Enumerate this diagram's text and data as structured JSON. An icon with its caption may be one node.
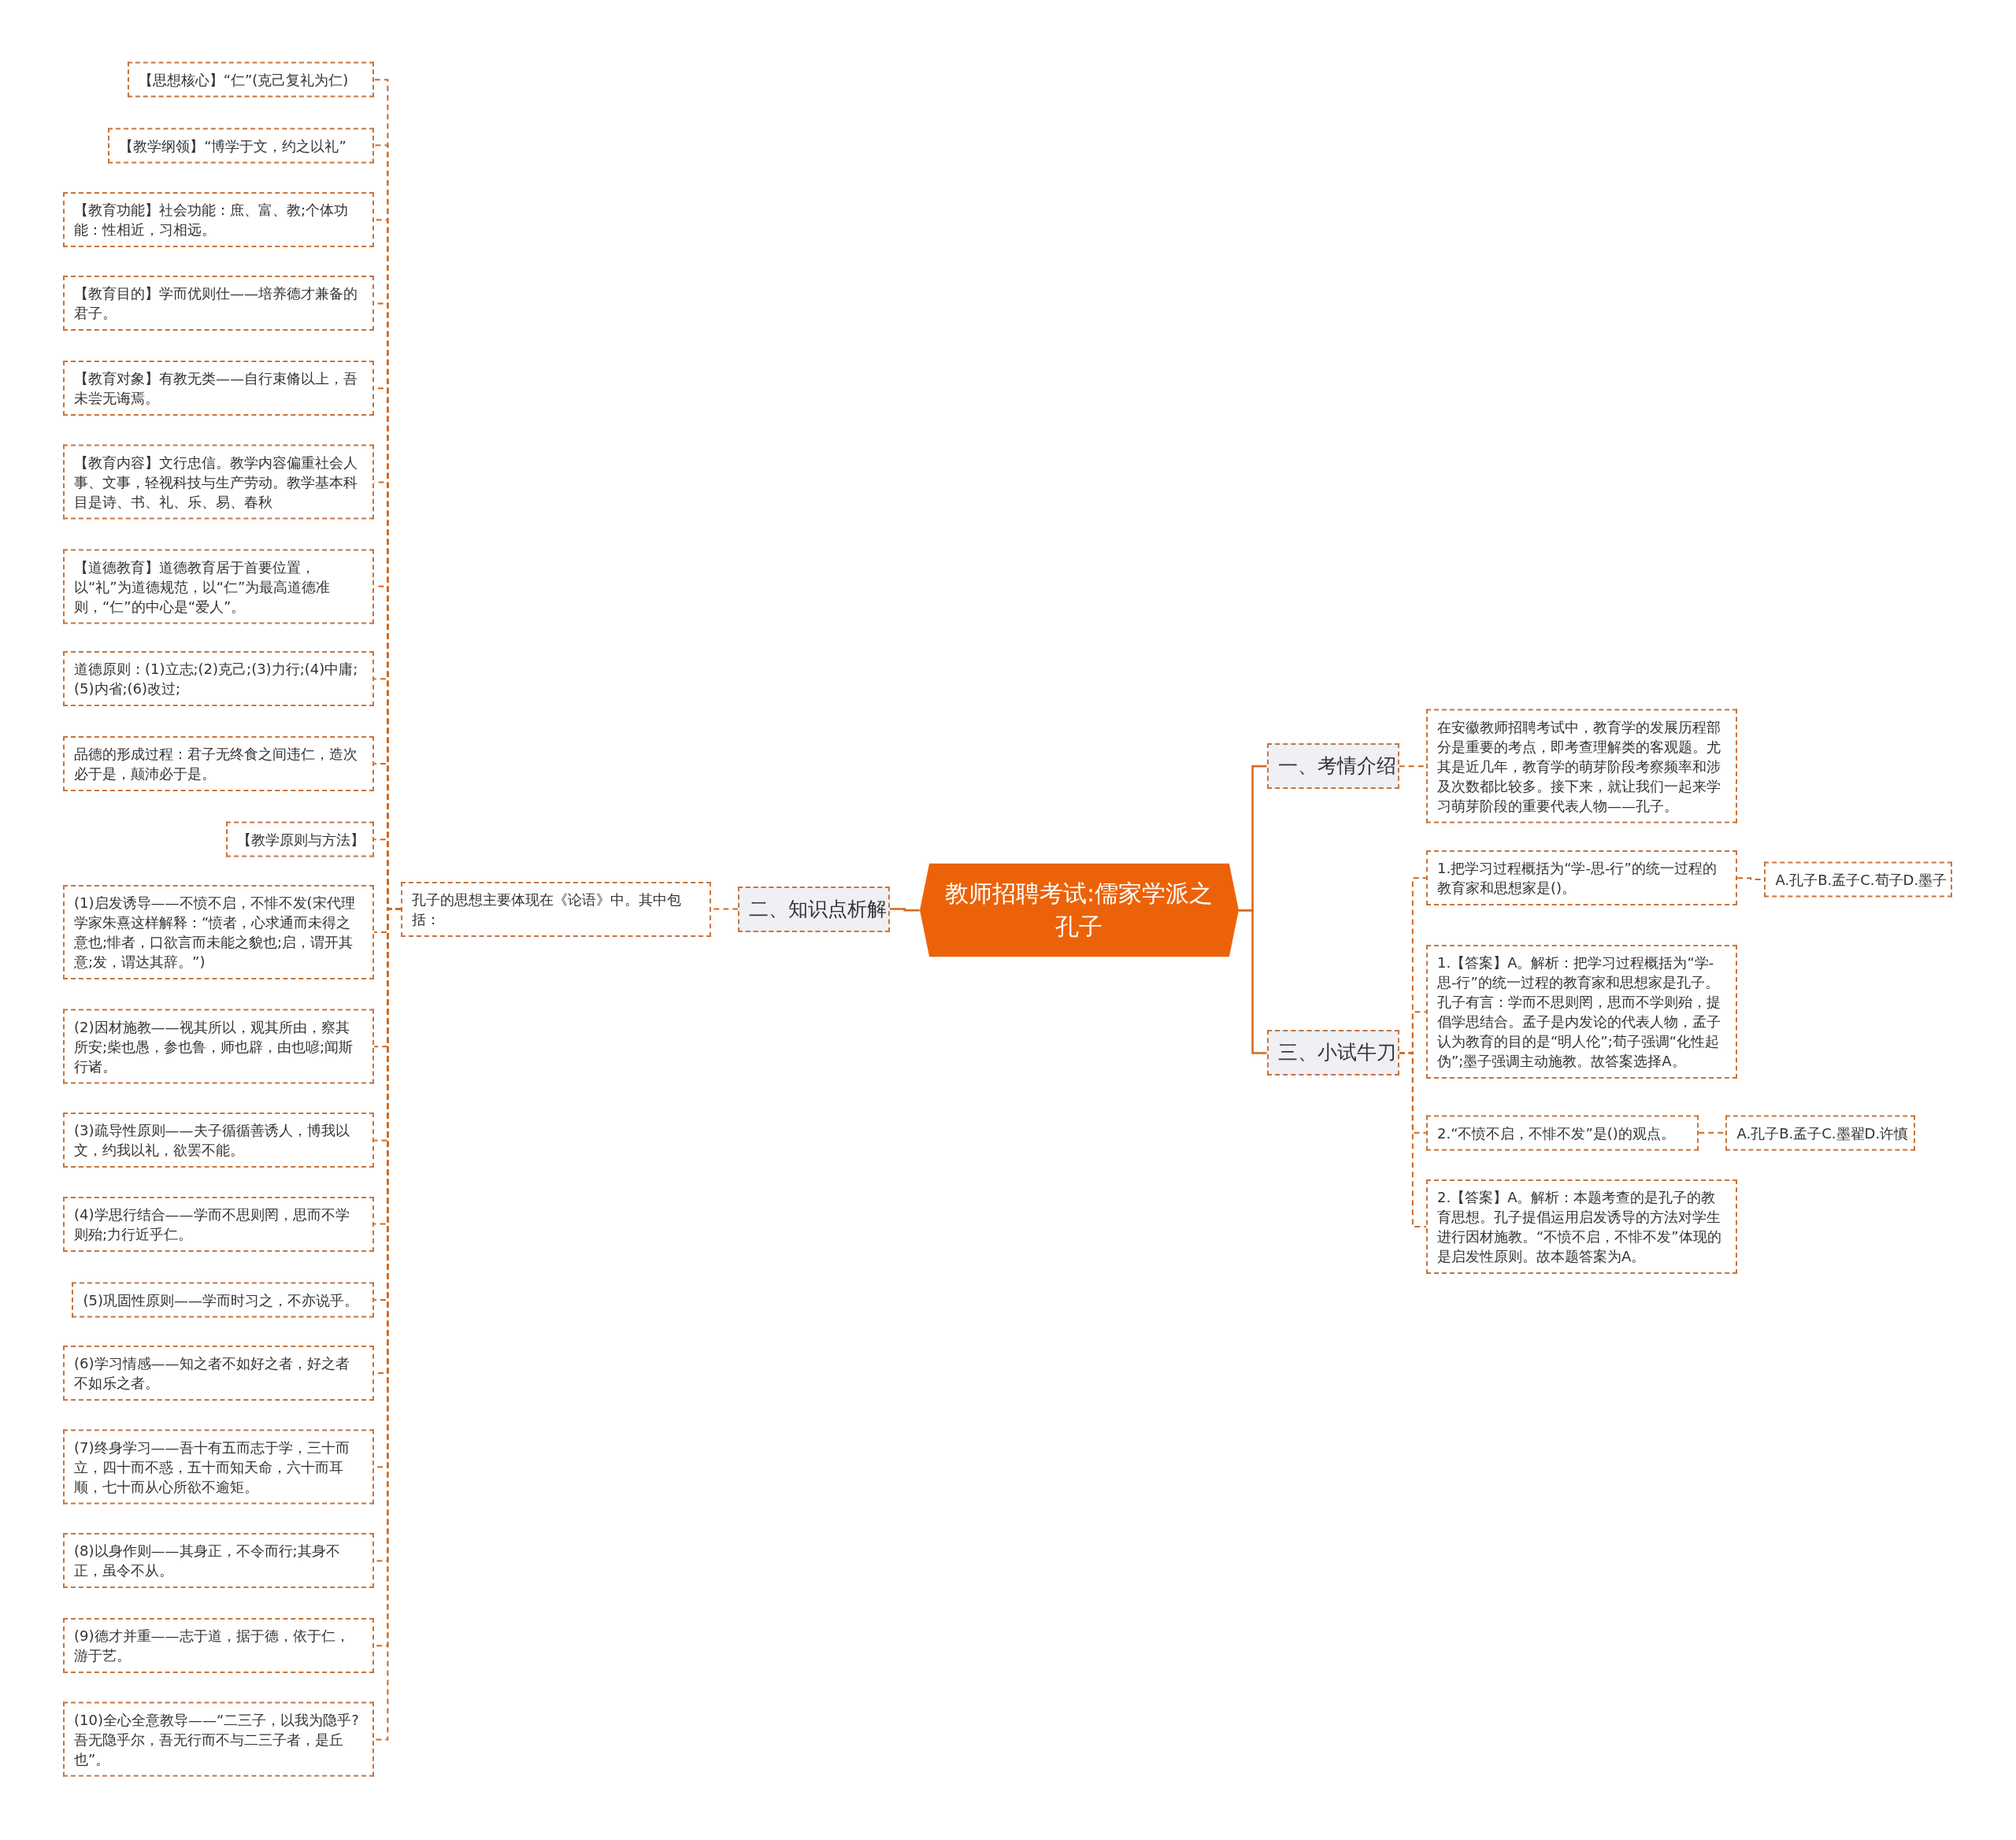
{
  "diagram": {
    "nodes": [
      {
        "text": [
          "教师招聘考试:儒家学派之孔子"
        ]
      },
      {
        "text": [
          "一、考情介绍"
        ]
      },
      {
        "text": [
          "在安徽教师招聘考试中，教育学的发展历程部分是重要的考点，即考查理解类的客观题。尤其是近几年，教育学的萌芽阶段考察频率和涉及次数都比较多。接下来，就让我们一起来学习萌芽阶段的重要代表人物——孔子。"
        ]
      },
      {
        "text": [
          "二、知识点析解"
        ]
      },
      {
        "text": [
          "孔子的思想主要体现在《论语》中。其中包括："
        ]
      },
      {
        "text": [
          "【思想核心】“仁”(克己复礼为仁)"
        ]
      },
      {
        "text": [
          "【教学纲领】“博学于文，约之以礼”"
        ]
      },
      {
        "text": [
          "【教育功能】社会功能：庶、富、教;个体功能：性相近，习相远。"
        ]
      },
      {
        "text": [
          "【教育目的】学而优则仕——培养德才兼备的君子。"
        ]
      },
      {
        "text": [
          "【教育对象】有教无类——自行束脩以上，吾未尝无诲焉。"
        ]
      },
      {
        "text": [
          "【教育内容】文行忠信。教学内容偏重社会人事、文事，轻视科技与生产劳动。教学基本科目是诗、书、礼、乐、易、春秋"
        ]
      },
      {
        "text": [
          "【道德教育】道德教育居于首要位置，以“礼”为道德规范，以“仁”为最高道德准则，“仁”的中心是“爱人”。"
        ]
      },
      {
        "text": [
          "道德原则：(1)立志;(2)克己;(3)力行;(4)中庸;(5)内省;(6)改过;"
        ]
      },
      {
        "text": [
          "品德的形成过程：君子无终食之间违仁，造次必于是，颠沛必于是。"
        ]
      },
      {
        "text": [
          "【教学原则与方法】"
        ]
      },
      {
        "text": [
          "(1)启发诱导——不愤不启，不悱不发(宋代理学家朱熹这样解释：“愤者，心求通而未得之意也;悱者，口欲言而未能之貌也;启，谓开其意;发，谓达其辞。”)"
        ]
      },
      {
        "text": [
          "(2)因材施教——视其所以，观其所由，察其所安;柴也愚，参也鲁，师也辟，由也喭;闻斯行诸。"
        ]
      },
      {
        "text": [
          "(3)疏导性原则——夫子循循善诱人，博我以文，约我以礼，欲罢不能。"
        ]
      },
      {
        "text": [
          "(4)学思行结合——学而不思则罔，思而不学则殆;力行近乎仁。"
        ]
      },
      {
        "text": [
          "(5)巩固性原则——学而时习之，不亦说乎。"
        ]
      },
      {
        "text": [
          "(6)学习情感——知之者不如好之者，好之者不如乐之者。"
        ]
      },
      {
        "text": [
          "(7)终身学习——吾十有五而志于学，三十而立，四十而不惑，五十而知天命，六十而耳顺，七十而从心所欲不逾矩。"
        ]
      },
      {
        "text": [
          "(8)以身作则——其身正，不令而行;其身不正，虽令不从。"
        ]
      },
      {
        "text": [
          "(9)德才并重——志于道，据于德，依于仁，游于艺。"
        ]
      },
      {
        "text": [
          "(10)全心全意教导——“二三子，以我为隐乎?吾无隐乎尔，吾无行而不与二三子者，是丘也”。"
        ]
      },
      {
        "text": [
          "三、小试牛刀"
        ]
      },
      {
        "text": [
          "1.把学习过程概括为“学-思-行”的统一过程的教育家和思想家是()。"
        ]
      },
      {
        "text": [
          "A.孔子B.孟子C.荀子D.墨子"
        ]
      },
      {
        "text": [
          "1.【答案】A。解析：把学习过程概括为“学-思-行”的统一过程的教育家和思想家是孔子。孔子有言：学而不思则罔，思而不学则殆，提倡学思结合。孟子是内发论的代表人物，孟子认为教育的目的是“明人伦”;荀子强调“化性起伪”;墨子强调主动施教。故答案选择A。"
        ]
      },
      {
        "text": [
          "2.“不愤不启，不悱不发”是()的观点。"
        ]
      },
      {
        "text": [
          "A.孔子B.孟子C.墨翟D.许慎"
        ]
      },
      {
        "text": [
          "2.【答案】A。解析：本题考查的是孔子的教育思想。孔子提倡运用启发诱导的方法对学生进行因材施教。“不愤不启，不悱不发”体现的是启发性原则。故本题答案为A。"
        ]
      }
    ],
    "edges": [
      {
        "from": 0,
        "to": 1,
        "arrow": "none"
      },
      {
        "from": 1,
        "to": 2,
        "arrow": "none",
        "style": "dashed"
      },
      {
        "from": 0,
        "to": 3,
        "arrow": "none"
      },
      {
        "from": 3,
        "to": 4,
        "arrow": "none",
        "style": "dashed"
      },
      {
        "from": 4,
        "to": 5,
        "arrow": "none",
        "style": "dashed"
      },
      {
        "from": 4,
        "to": 6,
        "arrow": "none",
        "style": "dashed"
      },
      {
        "from": 4,
        "to": 7,
        "arrow": "none",
        "style": "dashed"
      },
      {
        "from": 4,
        "to": 8,
        "arrow": "none",
        "style": "dashed"
      },
      {
        "from": 4,
        "to": 9,
        "arrow": "none",
        "style": "dashed"
      },
      {
        "from": 4,
        "to": 10,
        "arrow": "none",
        "style": "dashed"
      },
      {
        "from": 4,
        "to": 11,
        "arrow": "none",
        "style": "dashed"
      },
      {
        "from": 4,
        "to": 12,
        "arrow": "none",
        "style": "dashed"
      },
      {
        "from": 4,
        "to": 13,
        "arrow": "none",
        "style": "dashed"
      },
      {
        "from": 4,
        "to": 14,
        "arrow": "none",
        "style": "dashed"
      },
      {
        "from": 4,
        "to": 15,
        "arrow": "none",
        "style": "dashed"
      },
      {
        "from": 4,
        "to": 16,
        "arrow": "none",
        "style": "dashed"
      },
      {
        "from": 4,
        "to": 17,
        "arrow": "none",
        "style": "dashed"
      },
      {
        "from": 4,
        "to": 18,
        "arrow": "none",
        "style": "dashed"
      },
      {
        "from": 4,
        "to": 19,
        "arrow": "none",
        "style": "dashed"
      },
      {
        "from": 4,
        "to": 20,
        "arrow": "none",
        "style": "dashed"
      },
      {
        "from": 4,
        "to": 21,
        "arrow": "none",
        "style": "dashed"
      },
      {
        "from": 4,
        "to": 22,
        "arrow": "none",
        "style": "dashed"
      },
      {
        "from": 4,
        "to": 23,
        "arrow": "none",
        "style": "dashed"
      },
      {
        "from": 4,
        "to": 24,
        "arrow": "none",
        "style": "dashed"
      },
      {
        "from": 0,
        "to": 25,
        "arrow": "none"
      },
      {
        "from": 25,
        "to": 26,
        "arrow": "none",
        "style": "dashed"
      },
      {
        "from": 26,
        "to": 27,
        "arrow": "none",
        "style": "dashed"
      },
      {
        "from": 25,
        "to": 28,
        "arrow": "none",
        "style": "dashed"
      },
      {
        "from": 25,
        "to": 29,
        "arrow": "none",
        "style": "dashed"
      },
      {
        "from": 29,
        "to": 30,
        "arrow": "none",
        "style": "dashed"
      },
      {
        "from": 25,
        "to": 31,
        "arrow": "none",
        "style": "dashed"
      }
    ]
  }
}
